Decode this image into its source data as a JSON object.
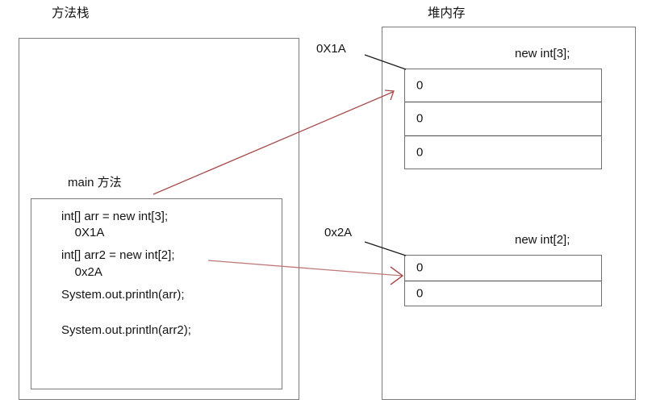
{
  "diagram": {
    "stack": {
      "title": "方法栈",
      "frame_label": "main 方法",
      "code_lines": [
        "int[] arr = new int[3];",
        "    0X1A",
        "int[] arr2 = new int[2];",
        "    0x2A",
        "System.out.println(arr);",
        "",
        "System.out.println(arr2);"
      ]
    },
    "heap": {
      "title": "堆内存",
      "objects": [
        {
          "address_label": "0X1A",
          "caption": "new int[3];",
          "cells": [
            "0",
            "0",
            "0"
          ]
        },
        {
          "address_label": "0x2A",
          "caption": "new int[2];",
          "cells": [
            "0",
            "0"
          ]
        }
      ]
    },
    "colors": {
      "reference_arrow": "#a84a4a",
      "leader_line": "#1a1a1a",
      "box_border": "#7b7b7b",
      "cell_border": "#4a4a4a",
      "text": "#141414"
    }
  }
}
